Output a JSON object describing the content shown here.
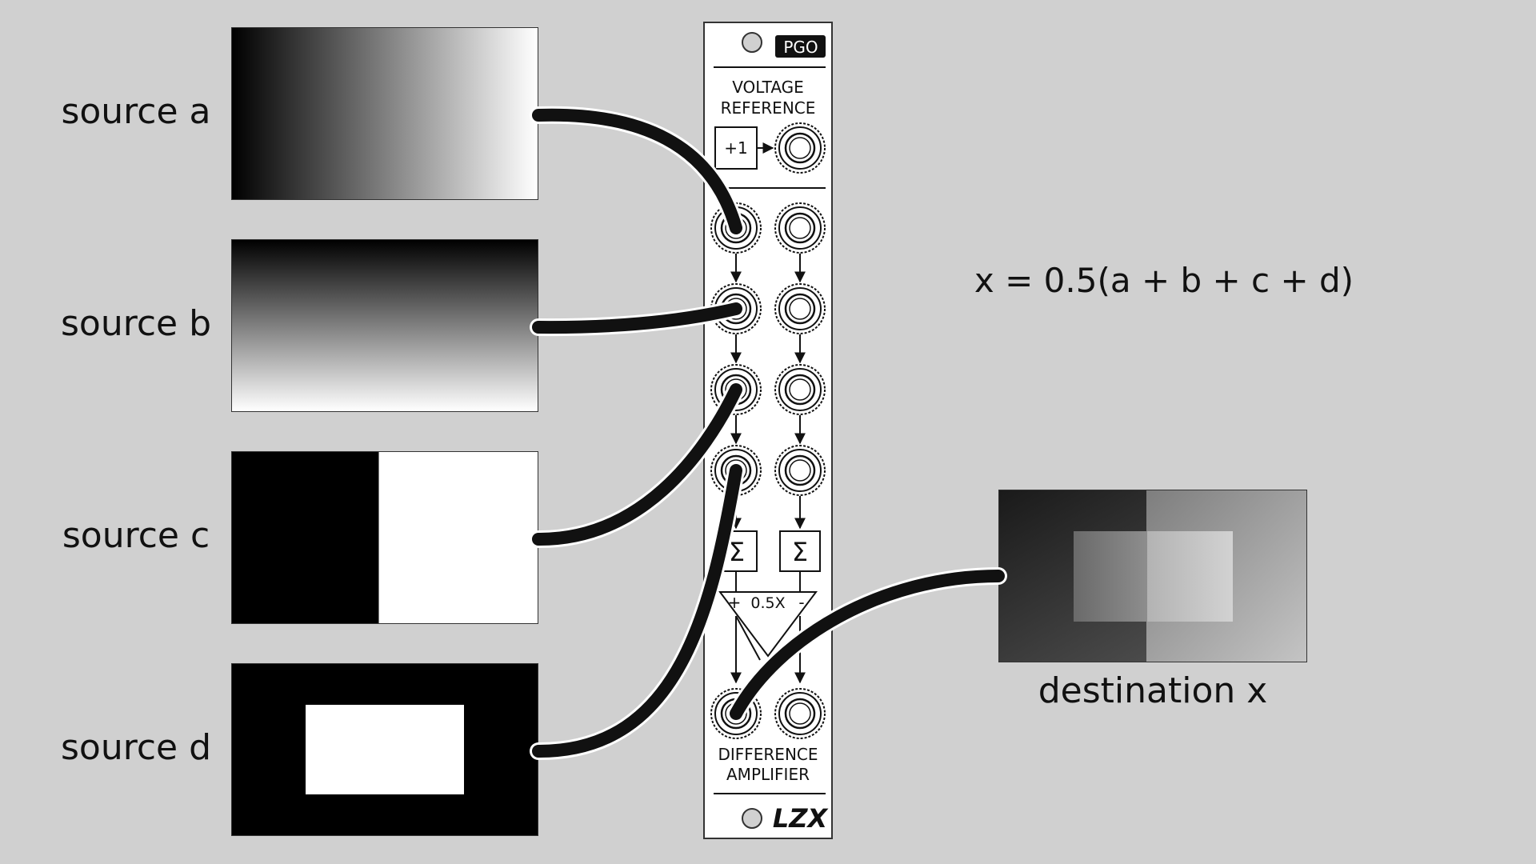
{
  "sources": [
    {
      "label": "source a",
      "pattern": "horizontal-gradient"
    },
    {
      "label": "source b",
      "pattern": "vertical-gradient"
    },
    {
      "label": "source c",
      "pattern": "split-black-white"
    },
    {
      "label": "source d",
      "pattern": "white-rectangle-on-black"
    }
  ],
  "module": {
    "brand_badge": "PGO",
    "section_top": [
      "VOLTAGE",
      "REFERENCE"
    ],
    "plus_one": "+1",
    "sigma": "Σ",
    "amp_label": "0.5X",
    "amp_plus": "+",
    "amp_minus": "-",
    "section_bottom": [
      "DIFFERENCE",
      "AMPLIFIER"
    ],
    "logo": "LZX"
  },
  "formula": "x = 0.5(a + b + c + d)",
  "destination": {
    "label": "destination x"
  },
  "colors": {
    "background": "#d0d0d0",
    "panel": "#ffffff",
    "cable": "#111111"
  }
}
